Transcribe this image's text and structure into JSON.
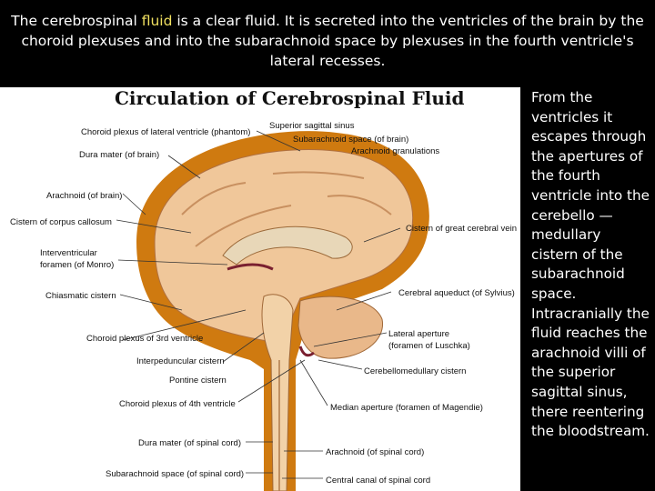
{
  "slide": {
    "header_pre": "The cerebrospinal ",
    "header_highlight": "fluid",
    "header_post": " is a clear fluid. It is secreted into the ventricles of the brain by the choroid plexuses and into the subarachnoid space by plexuses in the fourth ventricle's lateral recesses.",
    "side_text": "From the ventricles it escapes through the apertures of the fourth ventricle into the cerebello — medullary cistern of the subarachnoid space. Intracranially the fluid reaches the arachnoid villi of the superior sagittal sinus, there reentering the bloodstream."
  },
  "figure": {
    "title": "Circulation of Cerebrospinal Fluid",
    "labels": {
      "choroid_lateral": "Choroid plexus of lateral ventricle (phantom)",
      "superior_sagittal": "Superior sagittal sinus",
      "subarachnoid_brain": "Subarachnoid space (of brain)",
      "arachnoid_granulations": "Arachnoid granulations",
      "dura_brain": "Dura mater (of brain)",
      "arachnoid_brain": "Arachnoid (of brain)",
      "cistern_callosum": "Cistern of corpus callosum",
      "cistern_great_vein": "Cistern of great cerebral vein",
      "interventricular_1": "Interventricular",
      "interventricular_2": "foramen (of Monro)",
      "cerebral_aqueduct": "Cerebral aqueduct (of Sylvius)",
      "chiasmatic": "Chiasmatic cistern",
      "choroid_3rd": "Choroid plexus of 3rd ventricle",
      "lateral_aperture_1": "Lateral aperture",
      "lateral_aperture_2": "(foramen of Luschka)",
      "interpeduncular": "Interpeduncular cistern",
      "cerebellomedullary": "Cerebellomedullary cistern",
      "pontine": "Pontine cistern",
      "choroid_4th": "Choroid plexus of 4th ventricle",
      "median_aperture": "Median aperture (foramen of Magendie)",
      "dura_spinal": "Dura mater (of spinal cord)",
      "arachnoid_spinal": "Arachnoid (of spinal cord)",
      "subarachnoid_spinal": "Subarachnoid space (of spinal cord)",
      "central_canal": "Central canal of spinal cord"
    }
  },
  "colors": {
    "background": "#000000",
    "highlight": "#f0e060",
    "dura": "#cf7a10",
    "brain_tissue": "#f0c79a",
    "fluid": "#d9b07a",
    "vessel": "#7a2030"
  }
}
